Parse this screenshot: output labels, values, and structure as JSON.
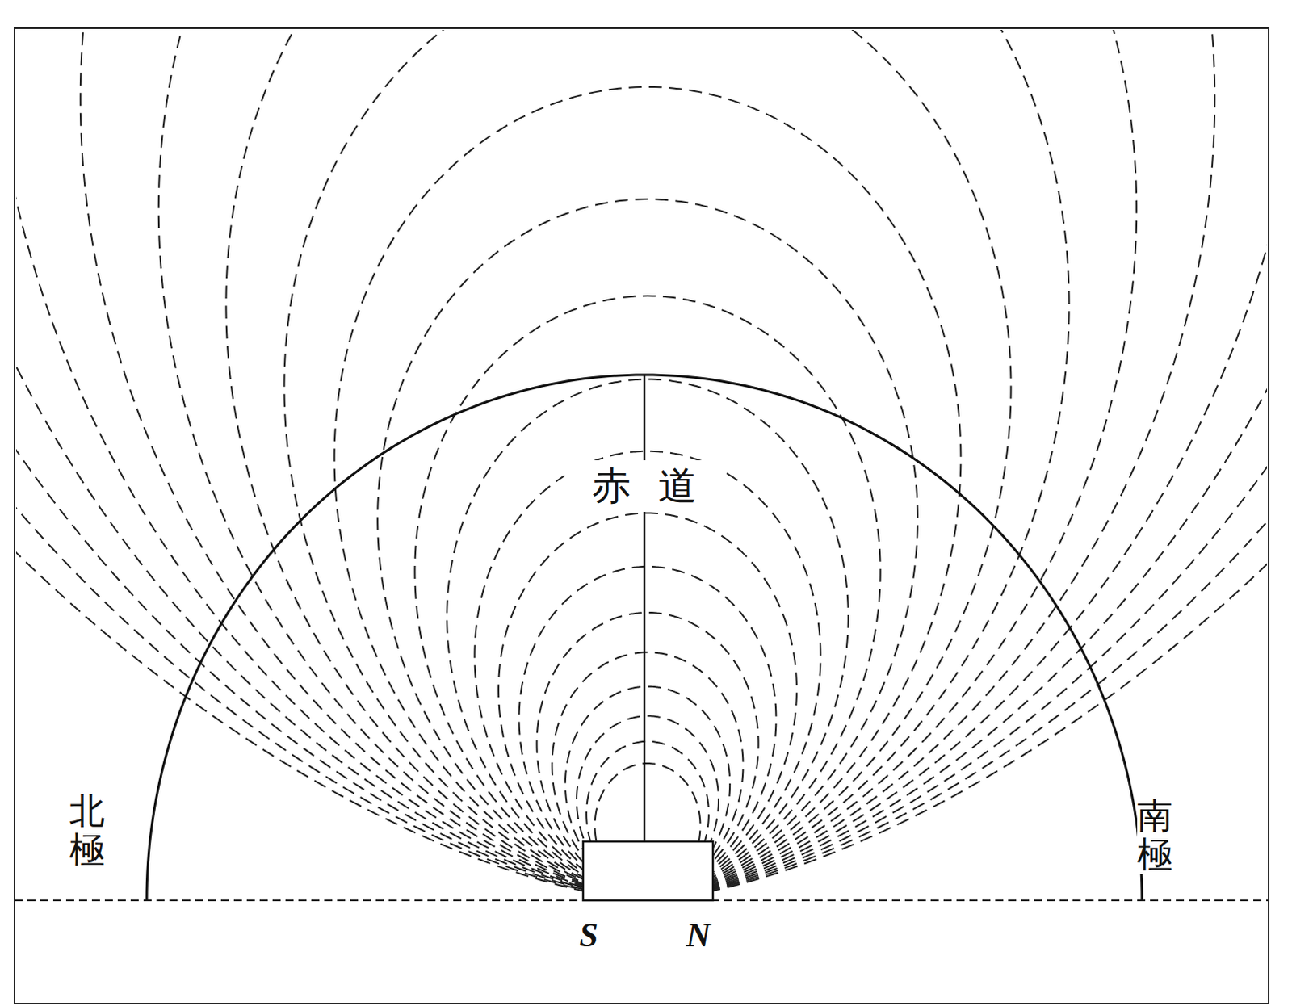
{
  "diagram": {
    "labels": [
      "赤道",
      "北極",
      "南極",
      "S",
      "N"
    ]
  }
}
